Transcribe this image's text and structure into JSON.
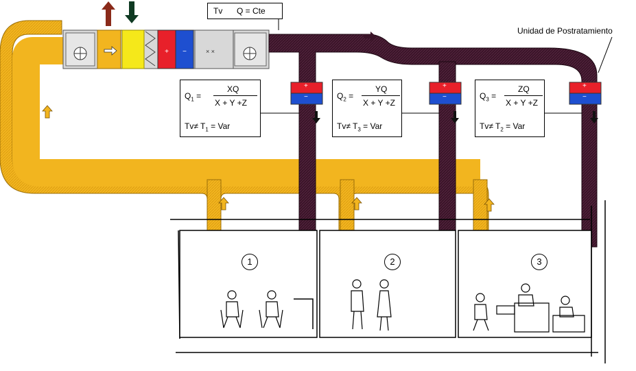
{
  "header_box": {
    "tv": "Tv",
    "flow": "Q = Cte"
  },
  "unit_label": "Unidad de Postratamiento",
  "units": [
    {
      "q_sub": "1",
      "numerator": "XQ",
      "denominator": "X + Y +Z",
      "t_sub": "1",
      "t_suffix": "= Var"
    },
    {
      "q_sub": "2",
      "numerator": "YQ",
      "denominator": "X + Y +Z",
      "t_sub": "3",
      "t_suffix": "= Var"
    },
    {
      "q_sub": "3",
      "numerator": "ZQ",
      "denominator": "X + Y +Z",
      "t_sub": "2",
      "t_suffix": "= Var"
    }
  ],
  "coil": {
    "plus": "+",
    "minus": "−"
  },
  "rooms": [
    "1",
    "2",
    "3"
  ],
  "colors": {
    "return_duct": "#f2b51f",
    "supply_duct": "#3a1428",
    "heater": "#e8202a",
    "cooler": "#1e4fd0",
    "filter": "#f5e81a",
    "ahu_body": "#d8d8d8"
  }
}
